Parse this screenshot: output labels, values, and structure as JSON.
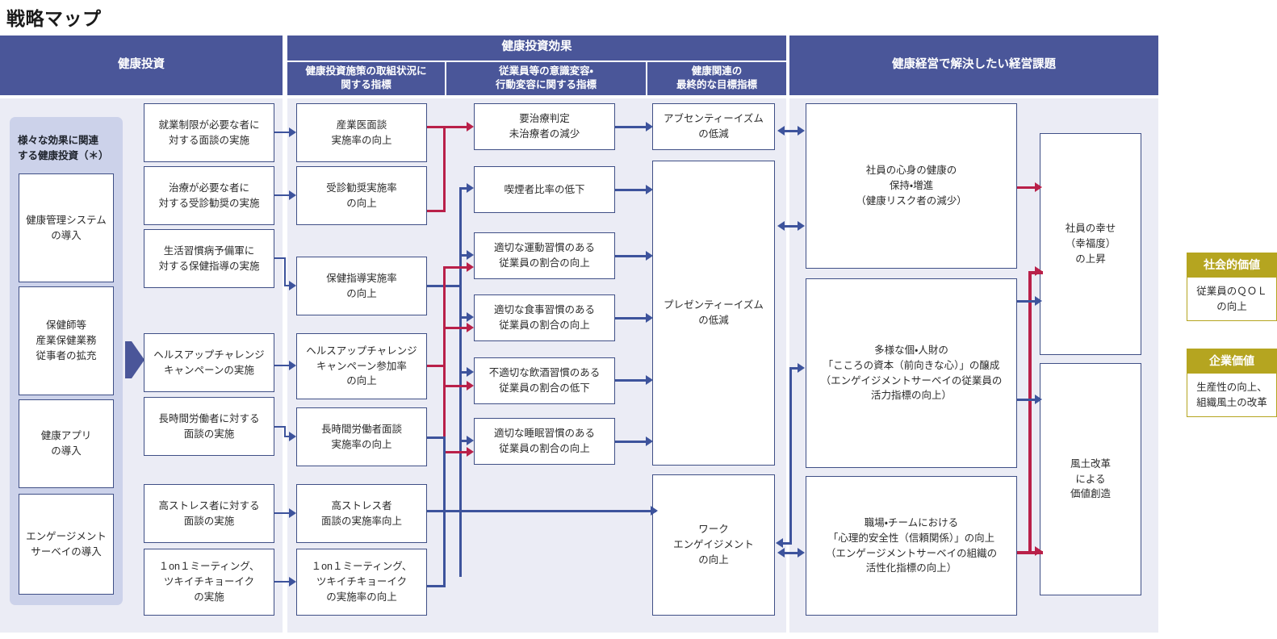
{
  "page": {
    "title": "戦略マップ"
  },
  "colors": {
    "band": "#4a5699",
    "panel": "#ebecf5",
    "group": "#ccd2ea",
    "box_border": "#3f4f86",
    "arrow_blue": "#3d539c",
    "arrow_red": "#b92049",
    "value_gold": "#b5a520"
  },
  "headers": {
    "investment": "健康投資",
    "effect": "健康投資効果",
    "effect_sub": [
      "健康投資施策の取組状況に\n関する指標",
      "従業員等の意識変容・\n行動変容に関する指標",
      "健康関連の\n最終的な目標指標"
    ],
    "management": "健康経営で解決したい経営課題"
  },
  "col_investment_group": {
    "title": "様々な効果に関連\nする健康投資（＊）",
    "items": [
      "健康管理システム\nの導入",
      "保健師等\n産業保健業務\n従事者の拡充",
      "健康アプリ\nの導入",
      "エンゲージメント\nサーベイの導入"
    ]
  },
  "col_measures": [
    "就業制限が必要な者に\n対する面談の実施",
    "治療が必要な者に\n対する受診勧奨の実施",
    "生活習慣病予備軍に\n対する保健指導の実施",
    "ヘルスアップチャレンジ\nキャンペーンの実施",
    "長時間労働者に対する\n面談の実施",
    "高ストレス者に対する\n面談の実施",
    "１on１ミーティング、\nツキイチキョーイク\nの実施"
  ],
  "col_status_indicators": [
    "産業医面談\n実施率の向上",
    "受診勧奨実施率\nの向上",
    "保健指導実施率\nの向上",
    "ヘルスアップチャレンジ\nキャンペーン参加率\nの向上",
    "長時間労働者面談\n実施率の向上",
    "高ストレス者\n面談の実施率向上",
    "１on１ミーティング、\nツキイチキョーイク\nの実施率の向上"
  ],
  "col_behavior_indicators": [
    "要治療判定\n未治療者の減少",
    "喫煙者比率の低下",
    "適切な運動習慣のある\n従業員の割合の向上",
    "適切な食事習慣のある\n従業員の割合の向上",
    "不適切な飲酒習慣のある\n従業員の割合の低下",
    "適切な睡眠習慣のある\n従業員の割合の向上"
  ],
  "col_final_indicators": [
    "アブセンティーイズム\nの低減",
    "プレゼンティーイズム\nの低減",
    "ワーク\nエンゲイジメント\nの向上"
  ],
  "col_management_issues": [
    "社員の心身の健康の\n保持・増進\n（健康リスク者の減少）",
    "多様な個・人財の\n「こころの資本（前向きな心）」の醸成\n（エンゲイジメントサーベイの従業員の\n活力指標の向上）",
    "職場・チームにおける\n「心理的安全性（信頼関係）」の向上\n（エンゲージメントサーベイの組織の\n活性化指標の向上）"
  ],
  "col_outcomes": [
    "社員の幸せ\n（幸福度）\nの上昇",
    "風土改革\nによる\n価値創造"
  ],
  "value_blocks": [
    {
      "head": "社会的価値",
      "body": "従業員のＱＯＬ\nの向上"
    },
    {
      "head": "企業価値",
      "body": "生産性の向上、\n組織風土の改革"
    }
  ]
}
